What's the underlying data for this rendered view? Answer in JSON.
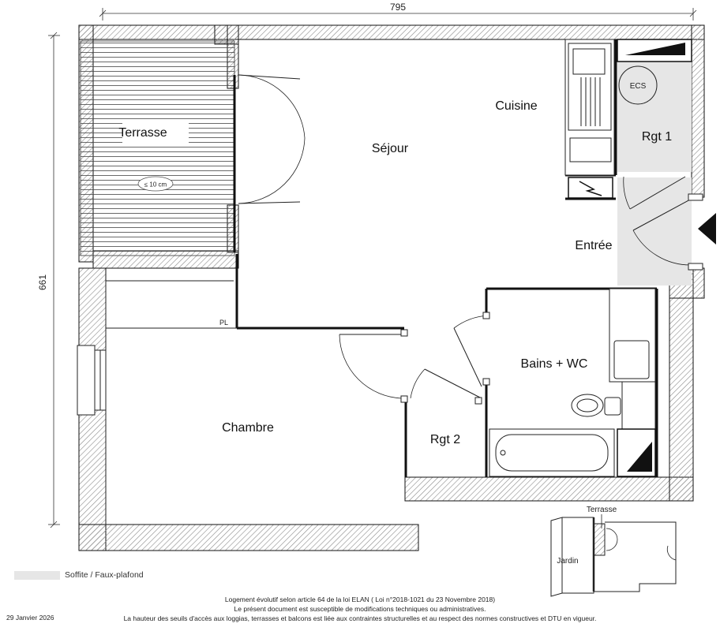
{
  "dimensions": {
    "width_label": "795",
    "height_label": "661"
  },
  "rooms": {
    "terrasse": "Terrasse",
    "terrasse_note": "≤ 10 cm",
    "sejour": "Séjour",
    "cuisine": "Cuisine",
    "rgt1": "Rgt 1",
    "ecs": "ECS",
    "entree": "Entrée",
    "bains": "Bains + WC",
    "chambre": "Chambre",
    "rgt2": "Rgt 2",
    "pl": "PL"
  },
  "key_plan": {
    "terrasse": "Terrasse",
    "jardin": "Jardin"
  },
  "legend": {
    "label": "Soffite / Faux-plafond",
    "color": "#e6e6e6"
  },
  "footer": {
    "date": "29 Janvier 2026",
    "line1": "Logement évolutif selon article 64 de la loi ELAN ( Loi n°2018-1021 du 23 Novembre 2018)",
    "line2": "Le présent document est susceptible de modifications techniques ou administratives.",
    "line3": "La hauteur des seuils d'accès aux loggias, terrasses et balcons est liée aux contraintes structurelles et au respect des normes constructives et DTU en vigueur."
  },
  "colors": {
    "wall_hatch": "#888888",
    "wall_line": "#111111",
    "soffit": "#e6e6e6"
  }
}
